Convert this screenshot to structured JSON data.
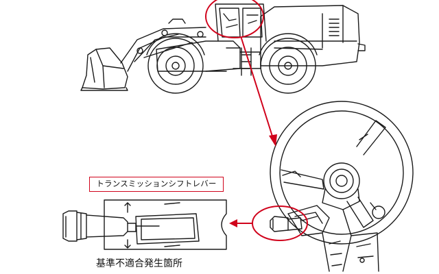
{
  "labels": {
    "part_name": "トランスミッションシフトレバー",
    "location_caption": "基準不適合発生箇所"
  },
  "colors": {
    "line": "#1a1a1a",
    "highlight": "#d0021b",
    "background": "#ffffff"
  },
  "figure": {
    "machine": "wheel-loader",
    "detail_view": "steering-wheel-with-shift-lever",
    "highlight_marks": [
      "cab-circle",
      "lever-circle",
      "arrow-cab-to-detail",
      "arrow-detail-to-lever"
    ]
  }
}
